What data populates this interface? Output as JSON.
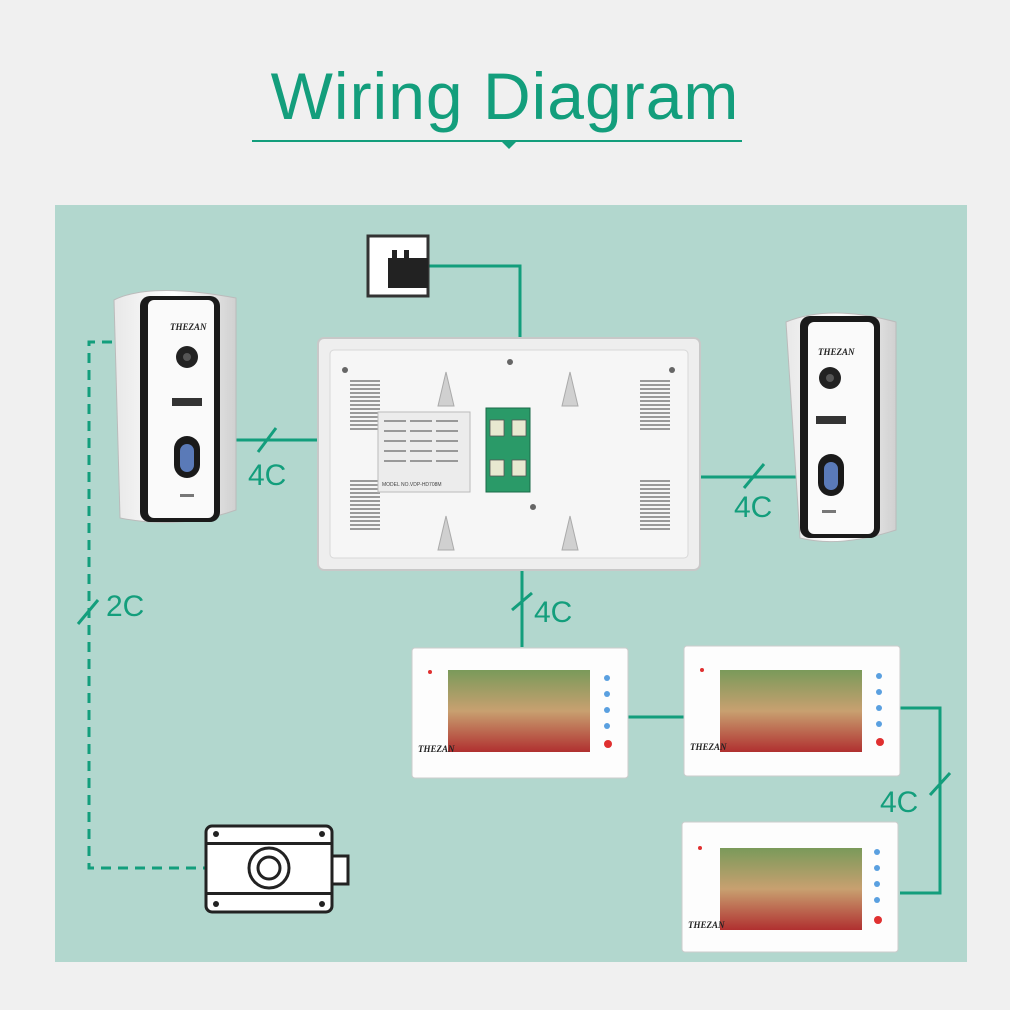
{
  "title": "Wiring Diagram",
  "colors": {
    "accent": "#139e7c",
    "panel": "#b2d7ce",
    "background": "#f0f0f0"
  },
  "wire_labels": {
    "door_left": "4C",
    "door_right": "4C",
    "monitor_down": "4C",
    "lock": "2C",
    "monitor_chain": "4C"
  },
  "devices": {
    "outdoor_brand": "THEZAN",
    "monitor_brand": "THEZAN",
    "rear_model": "MODEL NO.VDP-HD708M"
  },
  "icons": [
    "power-outlet-icon",
    "electric-lock-icon",
    "camera-lens-icon",
    "fingerprint-button-icon"
  ]
}
